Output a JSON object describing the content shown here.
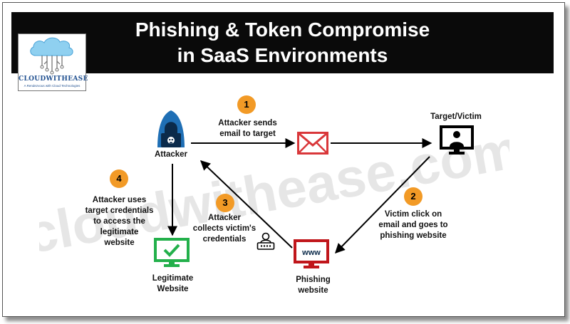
{
  "title": {
    "line1": "Phishing & Token Compromise",
    "line2": "in SaaS Environments"
  },
  "logo": {
    "name": "CLOUDWITHEASE",
    "tagline": "A Rendezvous with Cloud Technologies"
  },
  "watermark": "cloudwithease.com",
  "nodes": {
    "attacker": "Attacker",
    "target": "Target/Victim",
    "legit_line1": "Legitimate",
    "legit_line2": "Website",
    "phish_line1": "Phishing",
    "phish_line2": "website",
    "phish_screen_text": "www"
  },
  "steps": [
    {
      "number": "1",
      "lines": [
        "Attacker sends",
        "email to target"
      ]
    },
    {
      "number": "2",
      "lines": [
        "Victim click on",
        "email and goes to",
        "phishing website"
      ]
    },
    {
      "number": "3",
      "lines": [
        "Attacker",
        "collects victim's",
        "credentials"
      ]
    },
    {
      "number": "4",
      "lines": [
        "Attacker uses",
        "target credentials",
        "to access the",
        "legitimate",
        "website"
      ]
    }
  ],
  "colors": {
    "title_bg": "#0a0a0a",
    "badge": "#f29a26",
    "attacker_blue": "#1f6fb5",
    "legit_green": "#23b04b",
    "phish_red": "#c0161b",
    "email_red": "#d9373a",
    "logo_blue": "#1f4f8f",
    "watermark": "#e6e6e6"
  }
}
